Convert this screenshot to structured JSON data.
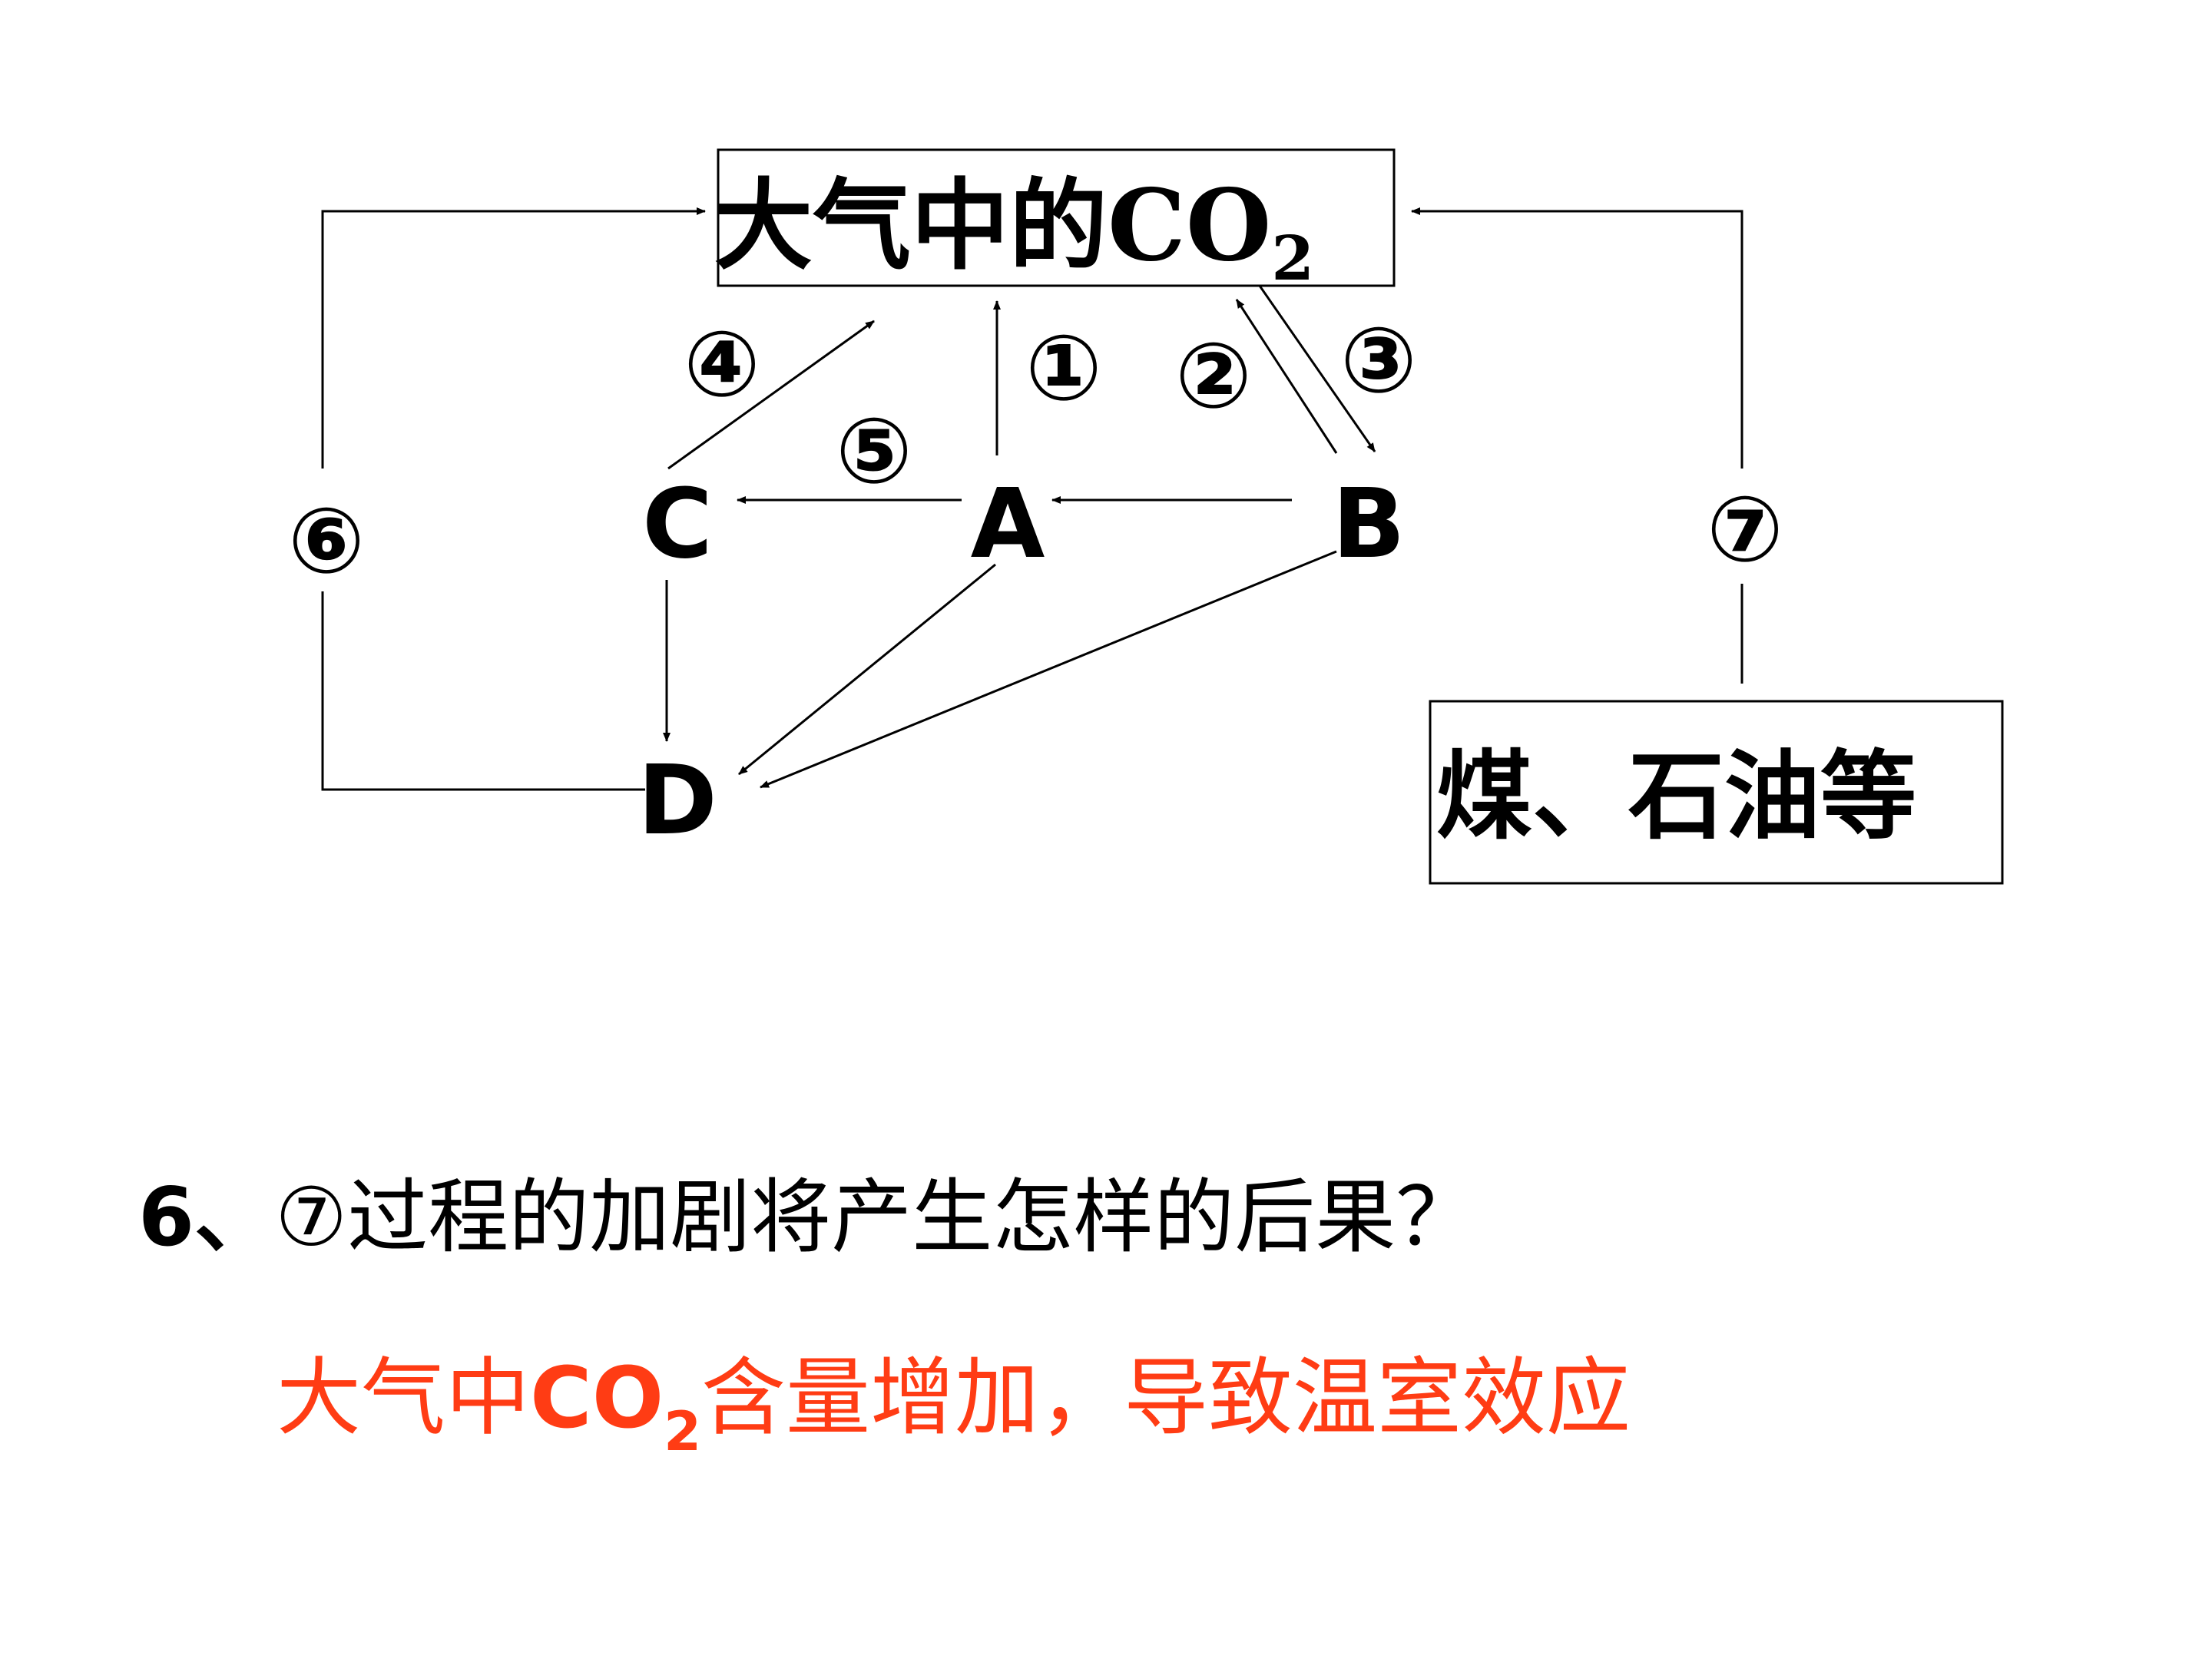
{
  "diagram": {
    "atmosphere_box": {
      "label_main": "大气中的CO",
      "label_sub": "2"
    },
    "fossil_box": {
      "label": "煤、石油等"
    },
    "nodes": {
      "a": "A",
      "b": "B",
      "c": "C",
      "d": "D"
    },
    "process_markers": {
      "p1": "①",
      "p2": "②",
      "p3": "③",
      "p4": "④",
      "p5": "⑤",
      "p6": "⑥",
      "p7": "⑦"
    }
  },
  "question": {
    "number": "6、",
    "text": "⑦过程的加剧将产生怎样的后果？"
  },
  "answer": {
    "prefix": "大气中",
    "co": "CO",
    "sub": "2",
    "suffix": "含量增加，导致温室效应",
    "color": "#ff3c14"
  },
  "colors": {
    "line": "#000000",
    "text": "#000000"
  }
}
